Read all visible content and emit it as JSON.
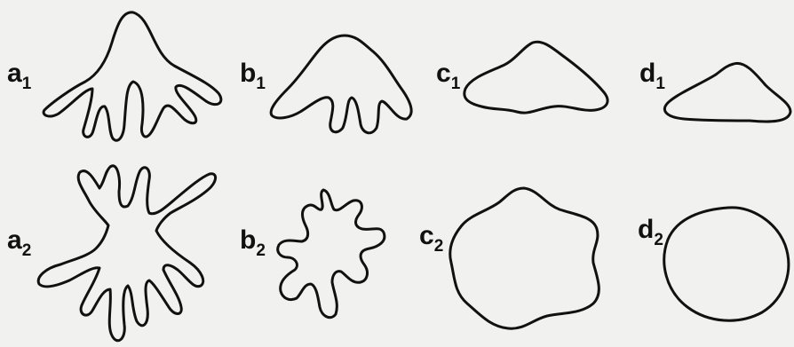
{
  "panels": {
    "a1": {
      "letter": "a",
      "index": "1"
    },
    "b1": {
      "letter": "b",
      "index": "1"
    },
    "c1": {
      "letter": "c",
      "index": "1"
    },
    "d1": {
      "letter": "d",
      "index": "1"
    },
    "a2": {
      "letter": "a",
      "index": "2"
    },
    "b2": {
      "letter": "b",
      "index": "2"
    },
    "c2": {
      "letter": "c",
      "index": "2"
    },
    "d2": {
      "letter": "d",
      "index": "2"
    }
  },
  "colors": {
    "background": "#f1f1ef",
    "ink": "#111111"
  }
}
